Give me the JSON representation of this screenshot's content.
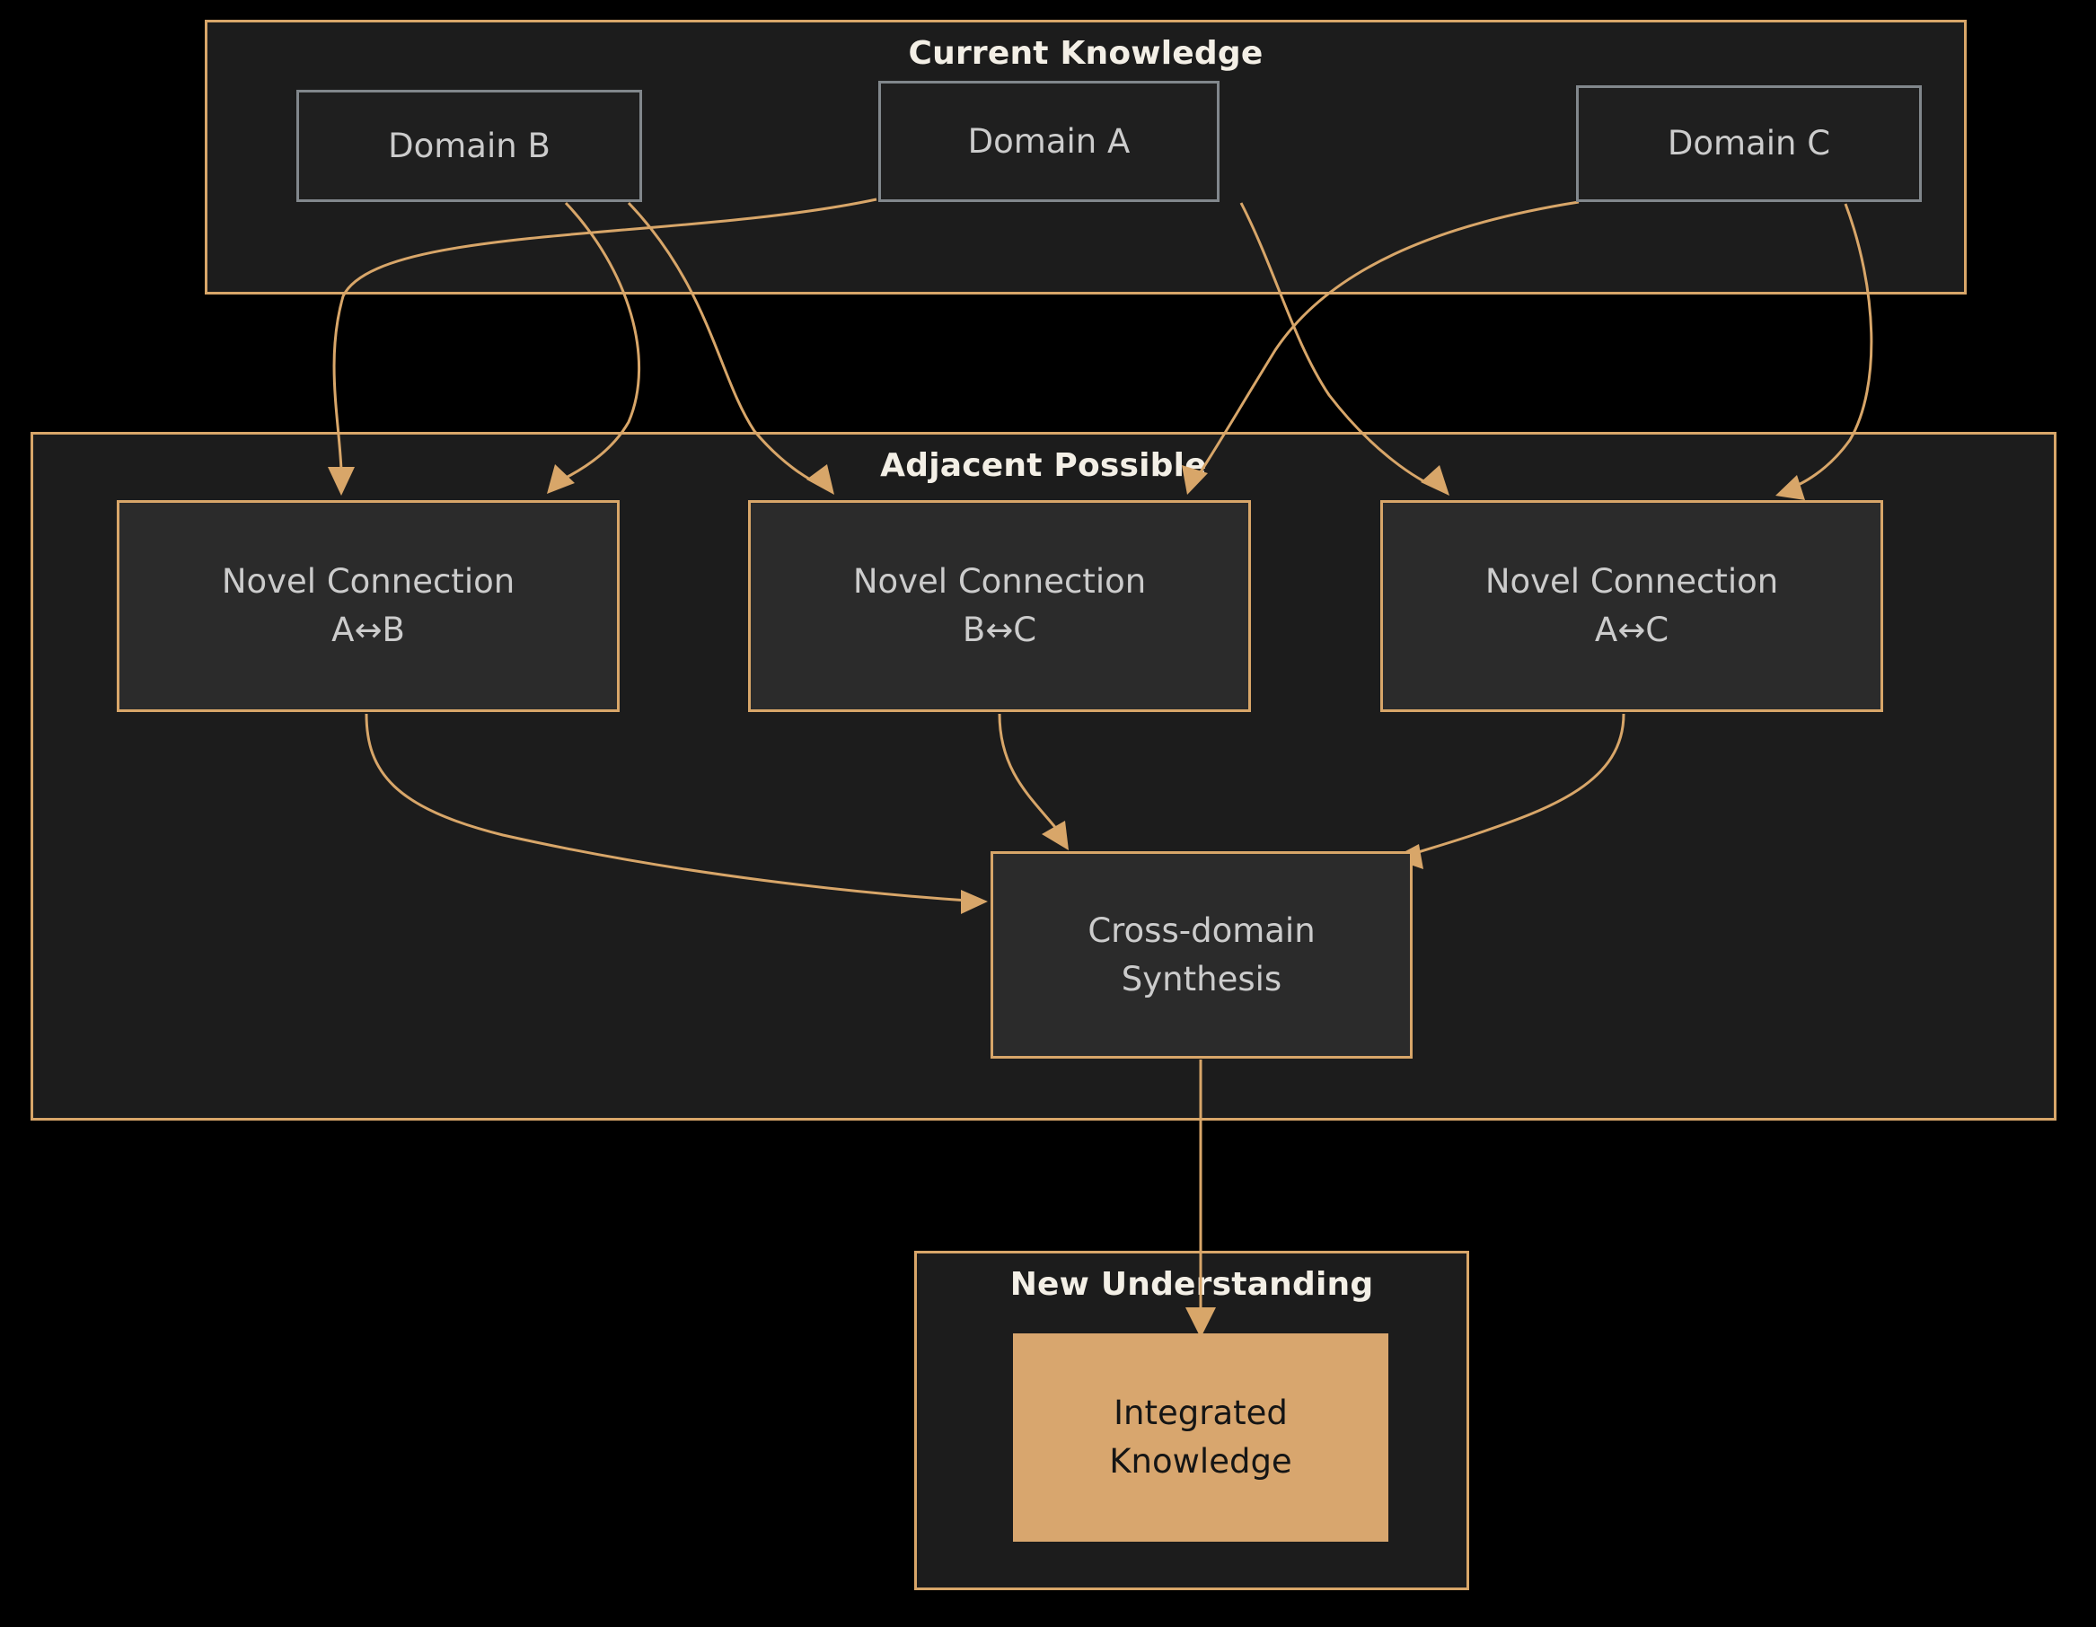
{
  "diagram": {
    "title_visible": false,
    "type": "flowchart",
    "theme": {
      "background": "#000000",
      "cluster_background": "#1c1c1c",
      "cluster_border_accent": "#d8a669",
      "node_background": "#2b2b2b",
      "node_border_gray": "#81878c",
      "node_border_accent": "#d8a669",
      "node_text": "#cccccc",
      "cluster_label_text": "#f3efe6",
      "edge_stroke": "#d8a669",
      "highlight_fill": "#d8a66e",
      "highlight_text": "#151515"
    }
  },
  "clusters": {
    "current_knowledge": {
      "label": "Current Knowledge"
    },
    "adjacent_possible": {
      "label": "Adjacent Possible"
    },
    "new_understanding": {
      "label": "New Understanding"
    }
  },
  "nodes": {
    "domain_b": {
      "label": "Domain B"
    },
    "domain_a": {
      "label": "Domain A"
    },
    "domain_c": {
      "label": "Domain C"
    },
    "novel_ab": {
      "line1": "Novel Connection",
      "line2": "A↔B"
    },
    "novel_bc": {
      "line1": "Novel Connection",
      "line2": "B↔C"
    },
    "novel_ac": {
      "line1": "Novel Connection",
      "line2": "A↔C"
    },
    "synthesis": {
      "line1": "Cross-domain",
      "line2": "Synthesis"
    },
    "integrated": {
      "line1": "Integrated",
      "line2": "Knowledge"
    }
  },
  "edges": [
    {
      "from": "domain_a",
      "to": "novel_ab"
    },
    {
      "from": "domain_b",
      "to": "novel_ab"
    },
    {
      "from": "domain_b",
      "to": "novel_bc"
    },
    {
      "from": "domain_c",
      "to": "novel_bc"
    },
    {
      "from": "domain_a",
      "to": "novel_ac"
    },
    {
      "from": "domain_c",
      "to": "novel_ac"
    },
    {
      "from": "novel_ab",
      "to": "synthesis"
    },
    {
      "from": "novel_bc",
      "to": "synthesis"
    },
    {
      "from": "novel_ac",
      "to": "synthesis"
    },
    {
      "from": "synthesis",
      "to": "integrated"
    }
  ]
}
